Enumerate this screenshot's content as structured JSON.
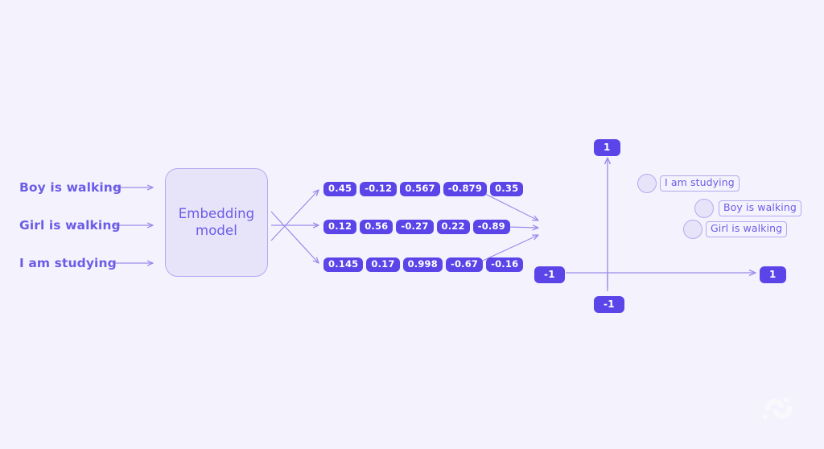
{
  "colors": {
    "background": "#F4F3FD",
    "accent": "#5B44E8",
    "accent_text": "#6C5CE7",
    "box_fill": "#E7E4FA",
    "box_border": "#B3A9F0",
    "chip_text": "#FFFFFF"
  },
  "inputs": {
    "items": [
      {
        "label": "Boy is walking"
      },
      {
        "label": "Girl is walking"
      },
      {
        "label": "I am studying"
      }
    ]
  },
  "model": {
    "title": "Embedding\nmodel",
    "line1": "Embedding",
    "line2": "model"
  },
  "embeddings": {
    "rows": [
      {
        "source": "Boy is walking",
        "values": [
          "0.45",
          "-0.12",
          "0.567",
          "-0.879",
          "0.35"
        ]
      },
      {
        "source": "Girl is walking",
        "values": [
          "0.12",
          "0.56",
          "-0.27",
          "0.22",
          "-0.89"
        ]
      },
      {
        "source": "I am studying",
        "values": [
          "0.145",
          "0.17",
          "0.998",
          "-0.67",
          "-0.16"
        ]
      }
    ]
  },
  "chart_data": {
    "type": "scatter",
    "title": "",
    "xlabel": "",
    "ylabel": "",
    "xlim": [
      -1,
      1
    ],
    "ylim": [
      -1,
      1
    ],
    "grid": false,
    "legend": "none",
    "axis_labels": {
      "y_top": "1",
      "y_bottom": "-1",
      "x_left": "-1",
      "x_right": "1"
    },
    "points": [
      {
        "label": "I am studying",
        "x": 0.12,
        "y": 0.63
      },
      {
        "label": "Boy is walking",
        "x": 0.33,
        "y": 0.44
      },
      {
        "label": "Girl is walking",
        "x": 0.29,
        "y": 0.32
      }
    ]
  },
  "watermark": {
    "name": "brand-logo-watermark"
  }
}
